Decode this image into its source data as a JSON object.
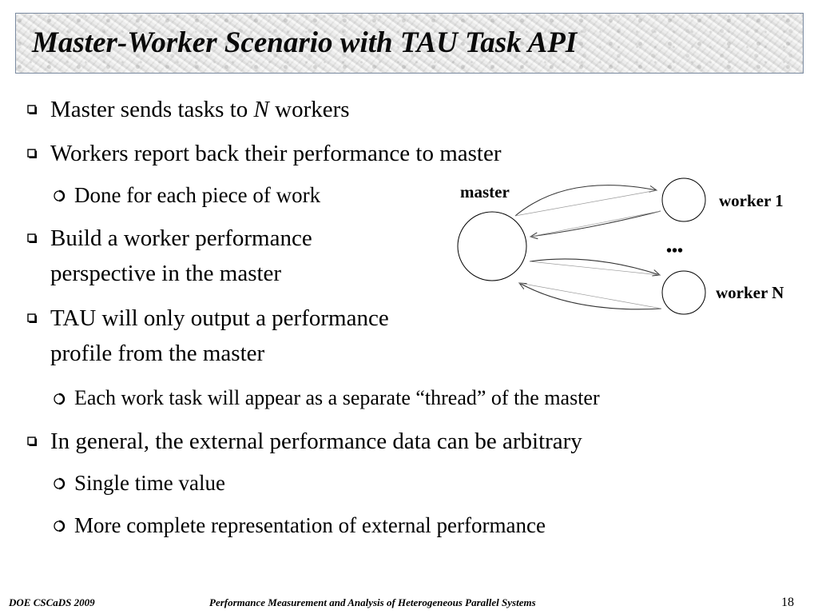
{
  "slide": {
    "title": "Master-Worker Scenario with TAU Task API"
  },
  "content": {
    "bullet1_pre": "Master sends tasks to ",
    "bullet1_italic": "N",
    "bullet1_post": " workers",
    "bullet2": "Workers report back their performance to master",
    "bullet2_sub": "Done for each piece of work",
    "bullet3_line1": "Build a worker performance",
    "bullet3_line2": "perspective in the master",
    "bullet4_line1": "TAU will only output a performance",
    "bullet4_line2": "profile from the master",
    "bullet4_sub": "Each work task will appear as a separate “thread” of the master",
    "bullet5": "In general, the external performance data can be arbitrary",
    "bullet5_sub1": "Single time value",
    "bullet5_sub2": "More complete representation of external performance"
  },
  "diagram": {
    "master_label": "master",
    "worker1_label": "worker 1",
    "ellipsis": "•••",
    "workerN_label": "worker N"
  },
  "footer": {
    "left": "DOE CSCaDS 2009",
    "center": "Performance Measurement and Analysis of Heterogeneous Parallel Systems",
    "page_number": "18"
  }
}
